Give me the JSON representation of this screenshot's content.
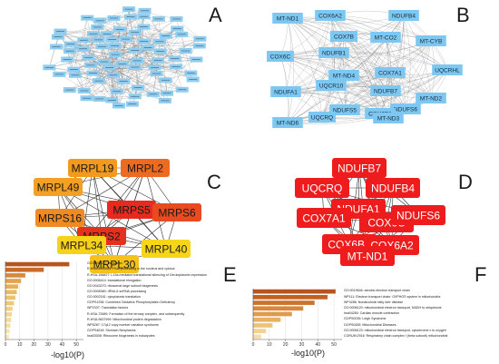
{
  "panels": {
    "A": {
      "letter": "A",
      "node_color": "#8fcdf0",
      "edge_color": "#6f6f6f"
    },
    "B": {
      "letter": "B",
      "node_color": "#7cc8f2",
      "edge_color": "#8a8a8a",
      "nodes": [
        "COX6A2",
        "NDUFB4",
        "MT-ND1",
        "COX7B",
        "MT-CO2",
        "MT-CYB",
        "COX6C",
        "NDUFB1",
        "UQCRHL",
        "COX7A1",
        "MT-ND4",
        "UQCR10",
        "NDUFA1",
        "MT-ND2",
        "NDUFB7",
        "NDUFS5",
        "NDUFS6",
        "MT-ND6",
        "COX6B1",
        "UQCRQ",
        "MT-ND3"
      ]
    },
    "C": {
      "letter": "C",
      "edge_color": "#333333",
      "nodes": [
        {
          "label": "MRPL19",
          "color": "#f39a1e"
        },
        {
          "label": "MRPL2",
          "color": "#ee6a20"
        },
        {
          "label": "MRPL49",
          "color": "#f4a025"
        },
        {
          "label": "MRPS5",
          "color": "#e8291e"
        },
        {
          "label": "MRPS6",
          "color": "#ea4a20"
        },
        {
          "label": "MRPS16",
          "color": "#f08a22"
        },
        {
          "label": "MRPS2",
          "color": "#e6301e"
        },
        {
          "label": "MRPL34",
          "color": "#f7d21a"
        },
        {
          "label": "MRPL40",
          "color": "#f7d61a"
        },
        {
          "label": "MRPL30",
          "color": "#f5c21c"
        }
      ]
    },
    "D": {
      "letter": "D",
      "node_color": "#ee1c1c",
      "edge_color": "#333333",
      "nodes": [
        "NDUFB7",
        "UQCRQ",
        "NDUFB4",
        "NDUFA1",
        "COX7A1",
        "COX6C",
        "NDUFS6",
        "COX6B1",
        "COX6A2",
        "MT-ND1"
      ]
    },
    "E": {
      "letter": "E",
      "axis_label": "-log10(P)",
      "ticks": [
        "0",
        "10",
        "20",
        "30",
        "40",
        "50"
      ],
      "xlim": [
        0,
        55
      ],
      "terms": [
        {
          "label": "GO:0006412: translation",
          "value": 45,
          "color": "#b8541d"
        },
        {
          "label": "R-HSA-8953854: RNA processing in the nucleus and cytosol",
          "value": 27,
          "color": "#c96a2a"
        },
        {
          "label": "R-HSA-156827: L13a-mediated translational silencing of Ceruloplasmin expression",
          "value": 14,
          "color": "#d88a3c"
        },
        {
          "label": "GO:0006414: translational elongation",
          "value": 11,
          "color": "#e4a24c"
        },
        {
          "label": "GO:0043270: ribosomal large subunit biogenesis",
          "value": 9,
          "color": "#e8ae58"
        },
        {
          "label": "GO:0008380: rRNA & snRNA processing",
          "value": 8,
          "color": "#ebb864"
        },
        {
          "label": "GO:0002181: cytoplasmic translation",
          "value": 7,
          "color": "#edc06e"
        },
        {
          "label": "GOPS1296: Combined Oxidative Phosphorylation Deficiency",
          "value": 6,
          "color": "#efc878"
        },
        {
          "label": "WP2337: Translation factors",
          "value": 5,
          "color": "#f1d084"
        },
        {
          "label": "R-HSA-72689: Formation of the ternary complex, and subsequently",
          "value": 4.5,
          "color": "#f3d690"
        },
        {
          "label": "R-HSA-9837999: Mitochondrial protein degradation",
          "value": 4,
          "color": "#f4dc9a"
        },
        {
          "label": "WP5287: 17q12 copy number variation syndrome",
          "value": 3.5,
          "color": "#f5e0a4"
        },
        {
          "label": "GOPS4616: Stomach Neoplasms",
          "value": 3,
          "color": "#f6e4ae"
        },
        {
          "label": "hsa03008: Ribosome biogenesis in eukaryotes",
          "value": 2.5,
          "color": "#f7e8b8"
        }
      ]
    },
    "F": {
      "letter": "F",
      "axis_label": "-log10(P)",
      "ticks": [
        "0",
        "10",
        "20",
        "30",
        "40",
        "50"
      ],
      "xlim": [
        0,
        55
      ],
      "terms": [
        {
          "label": "GO:0019646: aerobic electron transport chain",
          "value": 51,
          "color": "#b8541d"
        },
        {
          "label": "WP111: Electron transport chain: OXPHOS system in mitochondria",
          "value": 46,
          "color": "#c2601f"
        },
        {
          "label": "WP4286: Nonalcoholic fatty liver disease",
          "value": 38,
          "color": "#cc7230"
        },
        {
          "label": "GO:0006120: mitochondrial electron transport, NADH to ubiquinone",
          "value": 31,
          "color": "#d78640"
        },
        {
          "label": "hsa04260: Cardiac muscle contraction",
          "value": 24,
          "color": "#e09a4c"
        },
        {
          "label": "GOPS0035: Leigh Syndrome",
          "value": 17,
          "color": "#e8b060"
        },
        {
          "label": "GOPS0455: Mitochondrial Diseases",
          "value": 12,
          "color": "#eec27a"
        },
        {
          "label": "GO:0006123: mitochondrial electron transport, cytochrome c to oxygen",
          "value": 8,
          "color": "#f2d290"
        },
        {
          "label": "CORUM:2916: Respiratory chain complex I (beta subunit) mitochondrial",
          "value": 5,
          "color": "#f5deaa"
        }
      ]
    }
  }
}
